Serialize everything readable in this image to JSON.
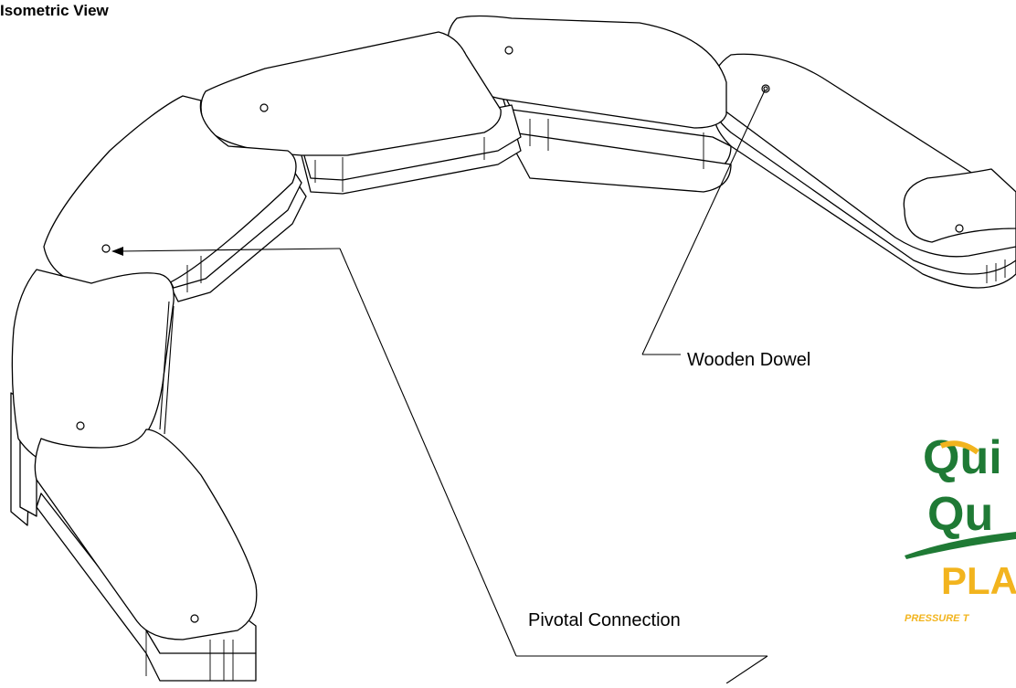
{
  "title": "Isometric View",
  "callouts": {
    "dowel": "Wooden Dowel",
    "pivot": "Pivotal Connection"
  },
  "logo": {
    "line1": "Qui",
    "line2": "Qu",
    "line3": "PLA",
    "tagline": "PRESSURE T"
  },
  "colors": {
    "logo_green": "#1f7a35",
    "logo_yellow": "#f2b41e"
  }
}
